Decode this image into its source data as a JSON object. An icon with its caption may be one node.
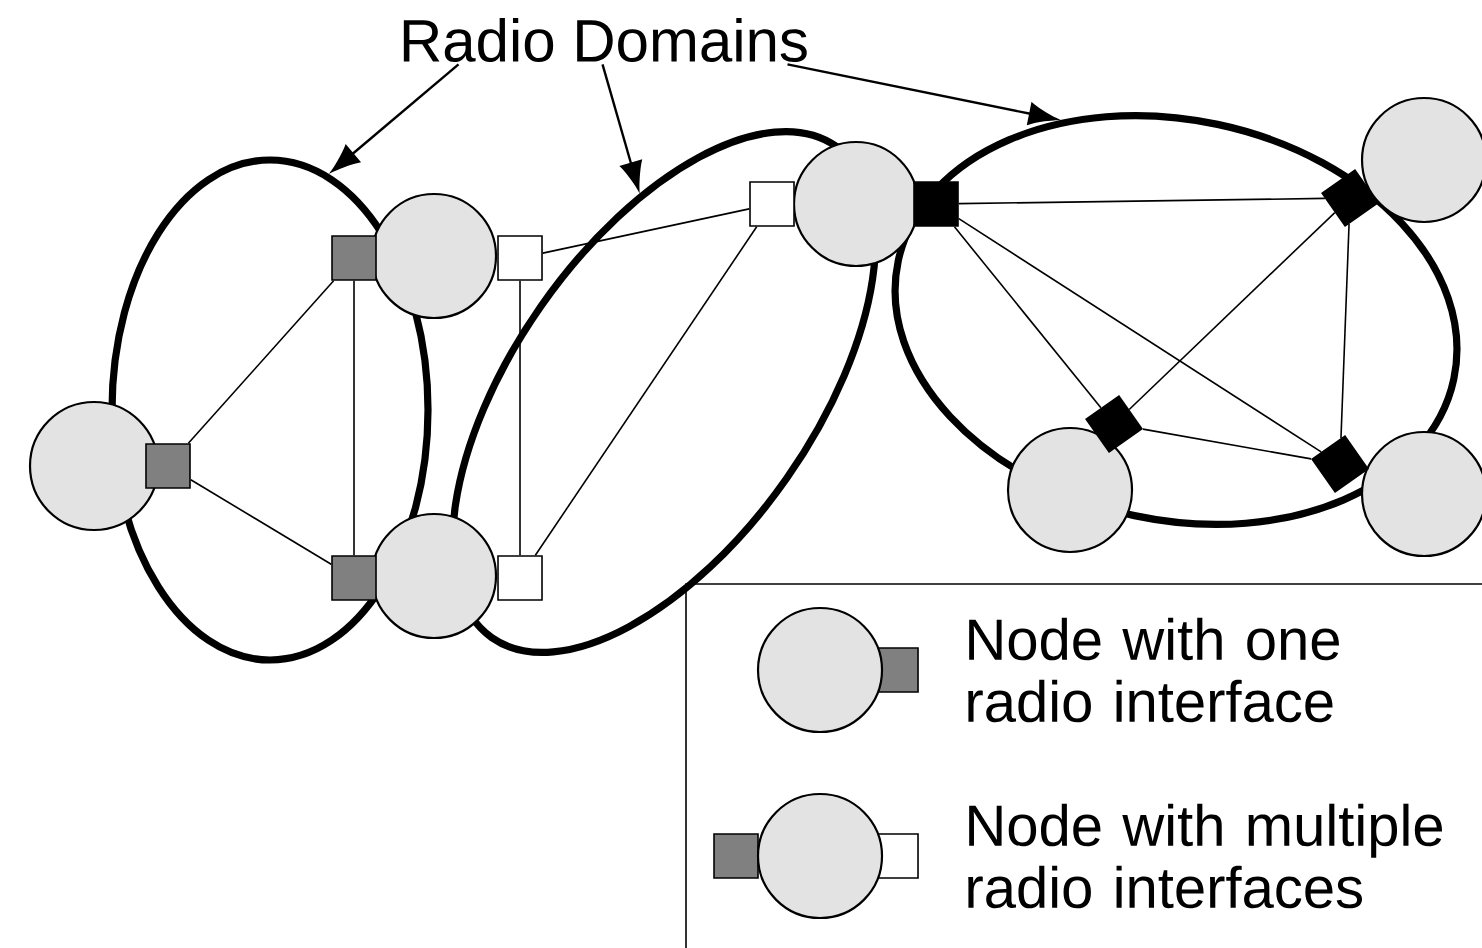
{
  "diagram": {
    "nodes": [
      {
        "text": [
          "Radio Domains"
        ]
      },
      {
        "text": [],
        "shape": "circle"
      },
      {
        "text": [],
        "shape": "circle"
      },
      {
        "text": [],
        "shape": "circle"
      },
      {
        "text": [],
        "shape": "circle"
      },
      {
        "text": [],
        "shape": "circle"
      },
      {
        "text": [],
        "shape": "circle"
      },
      {
        "text": [],
        "shape": "circle"
      },
      {
        "text": [],
        "shape": "circle"
      },
      {
        "text": [],
        "shape": "circle"
      },
      {
        "text": [],
        "shape": "circle"
      },
      {
        "text": [],
        "shape": "box",
        "in": 1
      },
      {
        "text": [],
        "shape": "box",
        "in": 1
      },
      {
        "text": [],
        "shape": "box",
        "in": 1
      },
      {
        "text": [],
        "shape": "box",
        "in": 2
      },
      {
        "text": [],
        "shape": "box",
        "in": 2
      },
      {
        "text": [],
        "shape": "box",
        "in": 2
      },
      {
        "text": [],
        "shape": "box",
        "in": 3
      },
      {
        "text": [],
        "shape": "box",
        "in": 3
      },
      {
        "text": [],
        "shape": "box",
        "in": 3
      },
      {
        "text": [],
        "shape": "box",
        "in": 3
      }
    ],
    "edges": [
      {
        "from": 0,
        "to": 1,
        "arrow": "to"
      },
      {
        "from": 0,
        "to": 2,
        "arrow": "to"
      },
      {
        "from": 0,
        "to": 3,
        "arrow": "to"
      },
      {
        "from": 11,
        "to": 12,
        "arrow": "none"
      },
      {
        "from": 11,
        "to": 13,
        "arrow": "none"
      },
      {
        "from": 12,
        "to": 13,
        "arrow": "none"
      },
      {
        "from": 14,
        "to": 15,
        "arrow": "none"
      },
      {
        "from": 14,
        "to": 16,
        "arrow": "none"
      },
      {
        "from": 15,
        "to": 16,
        "arrow": "none"
      },
      {
        "from": 17,
        "to": 20,
        "arrow": "none"
      },
      {
        "from": 17,
        "to": 18,
        "arrow": "none"
      },
      {
        "from": 17,
        "to": 19,
        "arrow": "none"
      },
      {
        "from": 20,
        "to": 18,
        "arrow": "none"
      },
      {
        "from": 20,
        "to": 19,
        "arrow": "none"
      },
      {
        "from": 18,
        "to": 19,
        "arrow": "none"
      }
    ],
    "legend": [
      {
        "text": "Node with one radio interface"
      },
      {
        "text": "Node with multiple radio interfaces"
      }
    ]
  }
}
